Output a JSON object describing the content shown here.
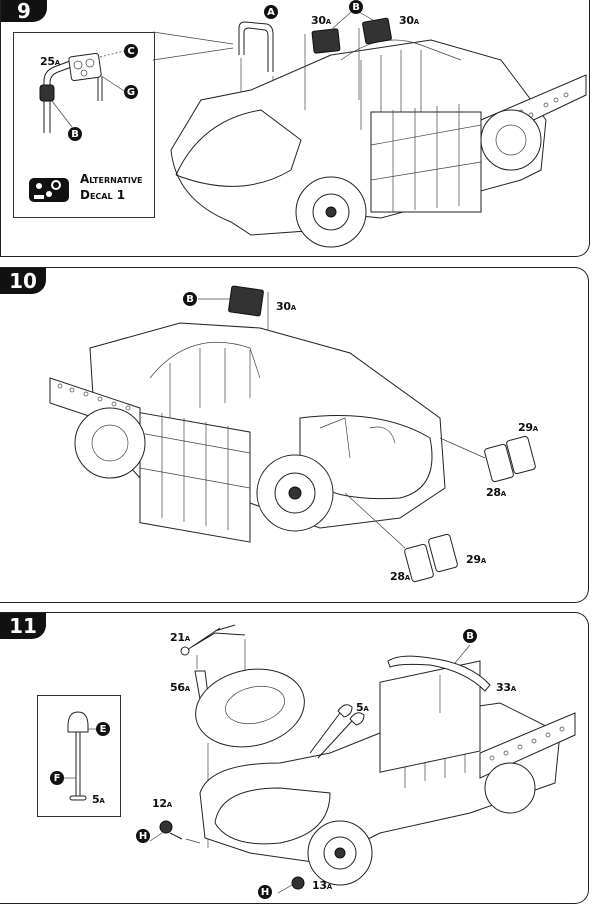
{
  "document": {
    "type": "model kit assembly instructions",
    "steps": [
      {
        "number": "9",
        "parts": [
          {
            "id": "25",
            "suffix": "A"
          },
          {
            "id": "30",
            "suffix": "A"
          },
          {
            "id": "30",
            "suffix": "A"
          }
        ],
        "callouts": [
          "A",
          "B",
          "C",
          "G",
          "B"
        ],
        "inset": {
          "part": {
            "id": "25",
            "suffix": "A"
          },
          "callouts": [
            "C",
            "G",
            "B"
          ],
          "note_line1": "Alternative",
          "note_line2": "Decal 1"
        }
      },
      {
        "number": "10",
        "parts": [
          {
            "id": "30",
            "suffix": "A"
          },
          {
            "id": "29",
            "suffix": "A"
          },
          {
            "id": "28",
            "suffix": "A"
          },
          {
            "id": "29",
            "suffix": "A"
          },
          {
            "id": "28",
            "suffix": "A"
          }
        ],
        "callouts": [
          "B"
        ]
      },
      {
        "number": "11",
        "parts": [
          {
            "id": "21",
            "suffix": "A"
          },
          {
            "id": "56",
            "suffix": "A"
          },
          {
            "id": "5",
            "suffix": "A"
          },
          {
            "id": "33",
            "suffix": "A"
          },
          {
            "id": "12",
            "suffix": "A"
          },
          {
            "id": "13",
            "suffix": "A"
          }
        ],
        "callouts": [
          "B",
          "H",
          "H"
        ],
        "inset": {
          "part": {
            "id": "5",
            "suffix": "A"
          },
          "callouts": [
            "E",
            "F"
          ]
        }
      }
    ]
  }
}
